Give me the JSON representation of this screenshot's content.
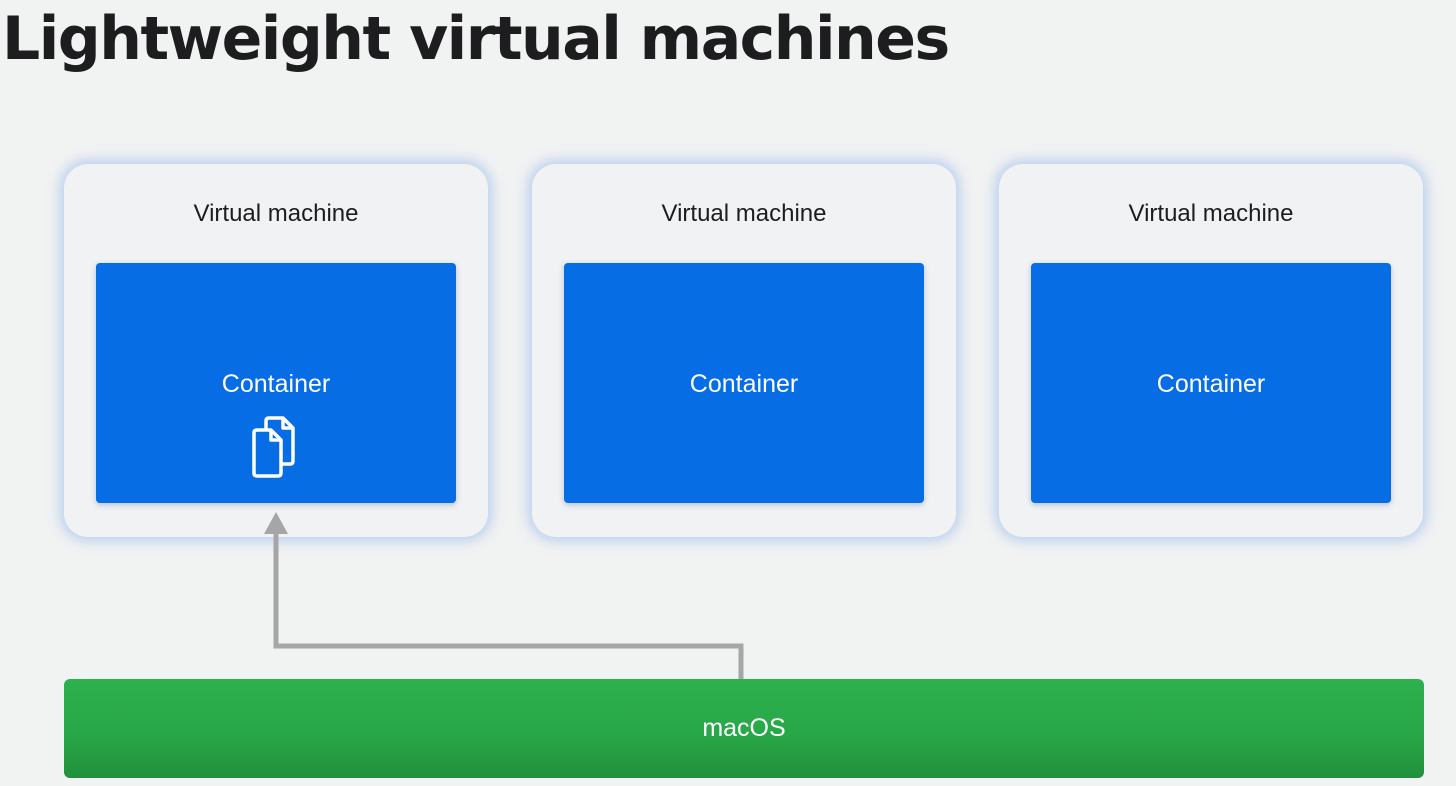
{
  "title": "Lightweight virtual machines",
  "virtual_machines": [
    {
      "label": "Virtual machine",
      "container_label": "Container",
      "has_icon": true
    },
    {
      "label": "Virtual machine",
      "container_label": "Container",
      "has_icon": false
    },
    {
      "label": "Virtual machine",
      "container_label": "Container",
      "has_icon": false
    }
  ],
  "host": {
    "label": "macOS"
  },
  "icons": {
    "container_icon": "documents-icon",
    "connector": "arrow-up-connector"
  },
  "colors": {
    "background": "#f1f2f2",
    "vm_panel": "#f1f2f4",
    "container": "#066de4",
    "host_bar": "#29a748",
    "arrow": "#a6a6a6",
    "title_text": "#1d1d1f"
  }
}
